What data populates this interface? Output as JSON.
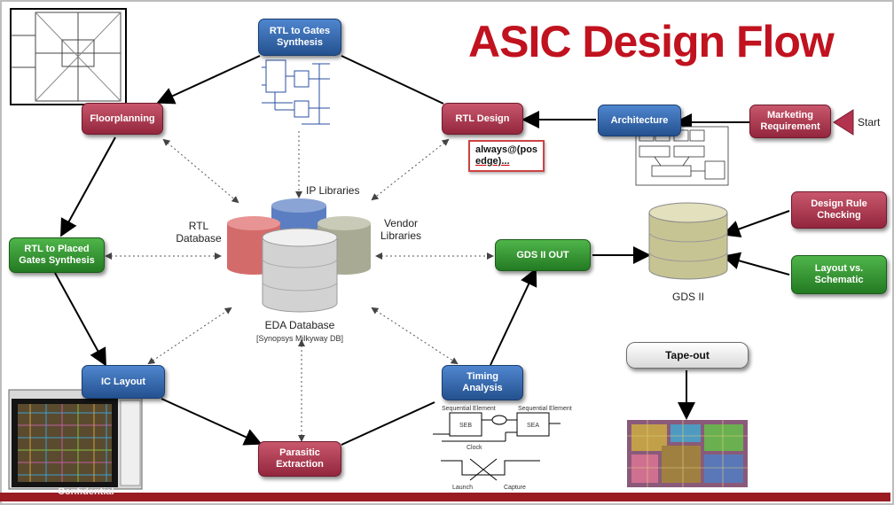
{
  "title": "ASIC Design Flow",
  "nodes": {
    "rtl_to_gates": "RTL to Gates Synthesis",
    "rtl_design": "RTL Design",
    "architecture": "Architecture",
    "marketing": "Marketing Requirement",
    "start": "Start",
    "floorplanning": "Floorplanning",
    "rtl_placed": "RTL to Placed Gates Synthesis",
    "ic_layout": "IC Layout",
    "parasitic": "Parasitic Extraction",
    "timing": "Timing Analysis",
    "gds_out": "GDS II OUT",
    "drc": "Design Rule Checking",
    "lvs": "Layout vs. Schematic",
    "tapeout": "Tape-out"
  },
  "code_snippet": {
    "line1": "always@(pos",
    "line2": "edge)..."
  },
  "database": {
    "ip_libraries": "IP Libraries",
    "rtl_database": "RTL Database",
    "vendor_libraries": "Vendor Libraries",
    "eda_database": "EDA Database",
    "eda_sub": "[Synopsys Milkyway DB]",
    "gds_ii": "GDS II"
  },
  "timing_diagram": {
    "seq1": "Sequential Element",
    "seq2": "Sequential Element",
    "clock": "Clock",
    "launch": "Launch",
    "capture": "Capture",
    "ff1": "SEB",
    "ff2": "SEA"
  },
  "footer_text": "Confidential",
  "colors": {
    "title": "#c1121f",
    "red_box": "#93263d",
    "blue_box": "#24518f",
    "green_box": "#237a22",
    "footer": "#9a1b22"
  }
}
